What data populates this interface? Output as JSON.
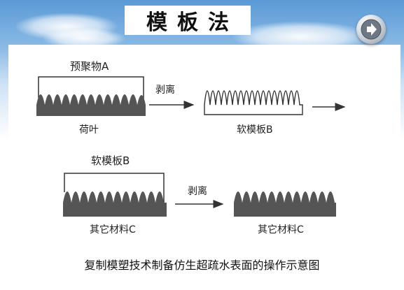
{
  "slide": {
    "title": "模板法",
    "caption": "复制模塑技术制备仿生超疏水表面的操作示意图"
  },
  "nav": {
    "next_icon": "arrow-right-icon"
  },
  "diagram": {
    "prepolymer_label": "预聚物A",
    "lotus_leaf_label": "荷叶",
    "peel_label_top": "剥离",
    "soft_template_label_top": "软模板B",
    "soft_template_label_bottom": "软模板B",
    "peel_label_bottom": "剥离",
    "other_material_label_left": "其它材料C",
    "other_material_label_right": "其它材料C"
  },
  "colors": {
    "solid_fill": "#555555",
    "line": "#333333"
  }
}
